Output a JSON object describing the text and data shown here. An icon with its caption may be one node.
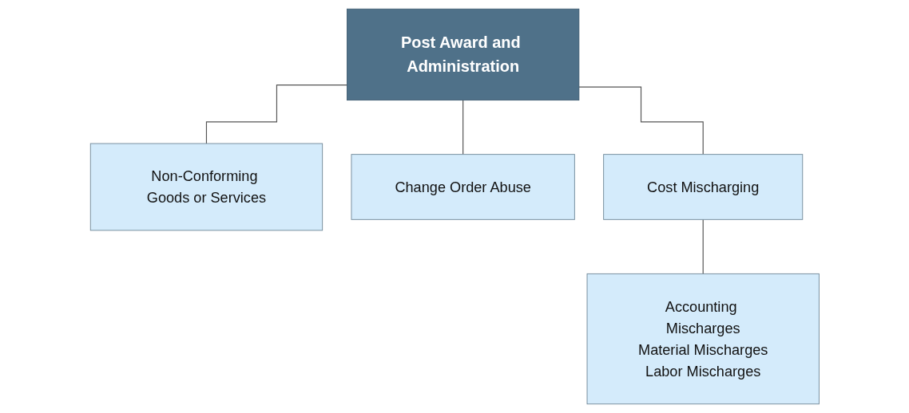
{
  "diagram": {
    "nodes": [
      {
        "text": [
          "Post Award and Administration"
        ]
      },
      {
        "text": [
          "Non-Conforming Goods or Services"
        ]
      },
      {
        "text": [
          "Change Order Abuse"
        ]
      },
      {
        "text": [
          "Cost Mischarging"
        ]
      },
      {
        "text": [
          "Accounting Mischarges",
          "Material Mischarges",
          "Labor Mischarges"
        ]
      }
    ],
    "edges": [
      {
        "from": 0,
        "to": 1,
        "arrow": "none"
      },
      {
        "from": 0,
        "to": 2,
        "arrow": "none"
      },
      {
        "from": 0,
        "to": 3,
        "arrow": "none"
      },
      {
        "from": 3,
        "to": 4,
        "arrow": "none"
      }
    ]
  }
}
